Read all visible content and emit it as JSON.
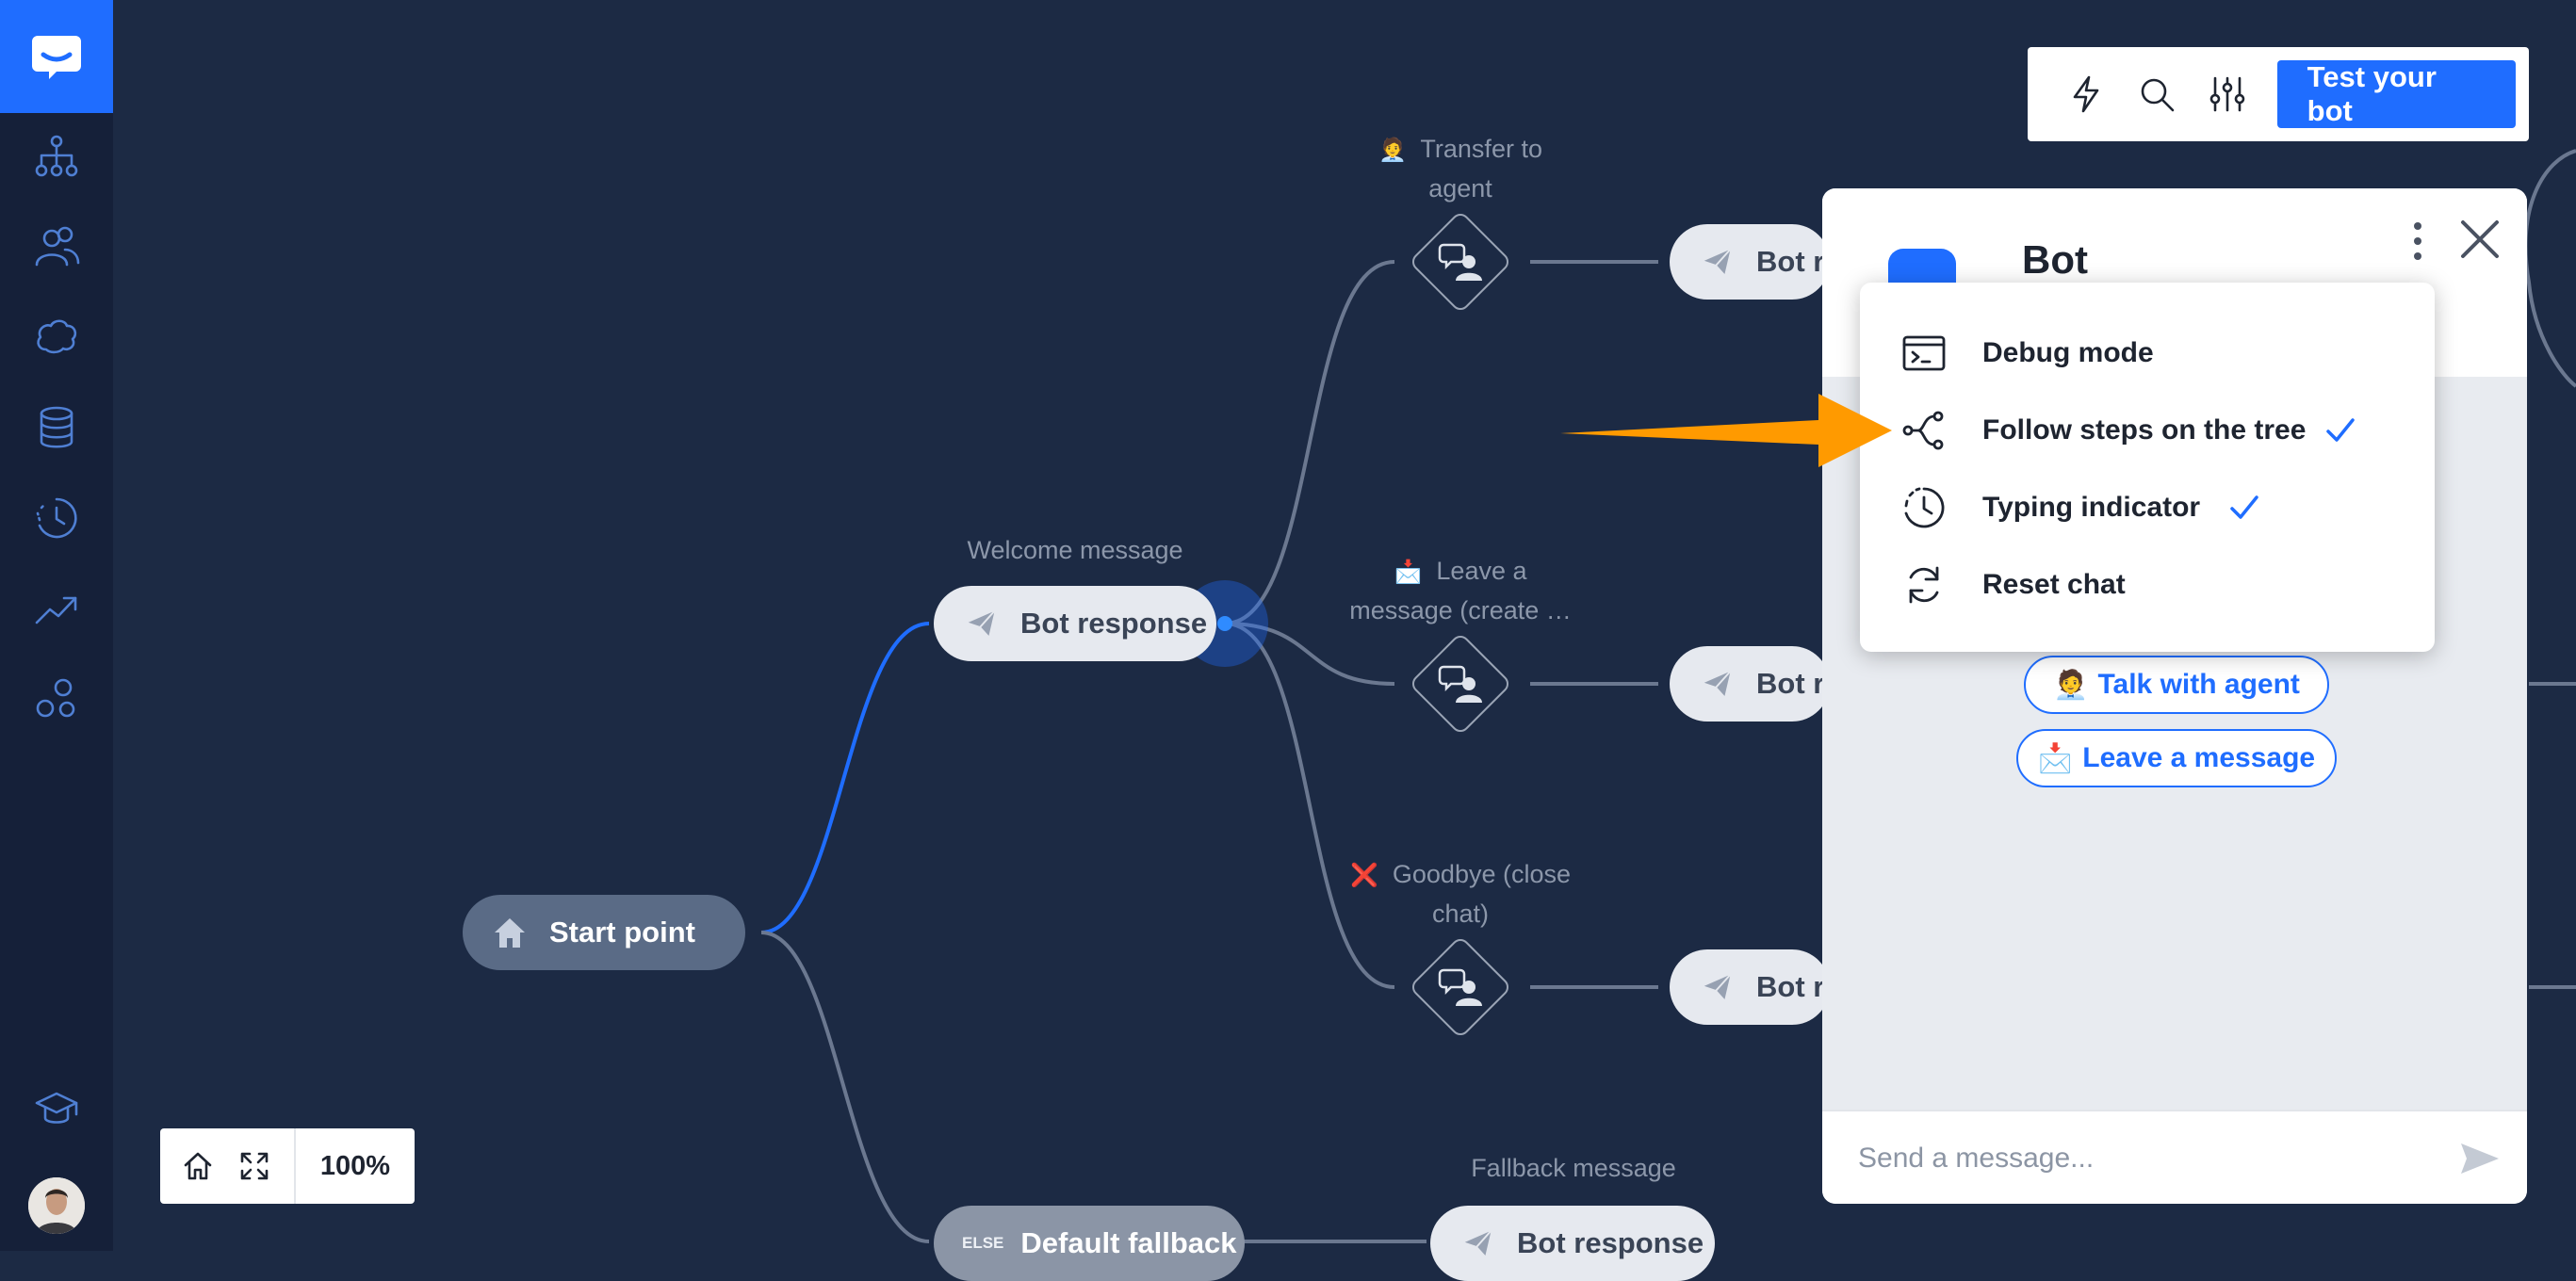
{
  "sidebar": {
    "items": [
      {
        "name": "flows"
      },
      {
        "name": "audiences"
      },
      {
        "name": "intents"
      },
      {
        "name": "data"
      },
      {
        "name": "history"
      },
      {
        "name": "reports"
      },
      {
        "name": "integrations"
      }
    ],
    "bottom": [
      "academy"
    ]
  },
  "canvas": {
    "start_point": "Start point",
    "welcome": {
      "label": "Welcome message",
      "pill": "Bot response"
    },
    "branches": [
      {
        "label_line1": "Transfer to",
        "label_line2": "agent",
        "emoji": "🧑‍💼",
        "pill": "Bot re"
      },
      {
        "label_line1": "Leave a",
        "label_line2": "message (create …",
        "emoji": "📩",
        "pill": "Bot re"
      },
      {
        "label_line1": "Goodbye (close",
        "label_line2": "chat)",
        "emoji": "❌",
        "pill": "Bot re"
      }
    ],
    "fallback": {
      "else_tag": "ELSE",
      "pill": "Default fallback",
      "label": "Fallback message",
      "response": "Bot response"
    }
  },
  "toolbar": {
    "icons": [
      "lightning-icon",
      "search-icon",
      "sliders-icon"
    ],
    "test_button": "Test your bot"
  },
  "zoom": {
    "level": "100%"
  },
  "chat": {
    "title": "Bot",
    "quick_replies": [
      {
        "emoji": "🧑‍💼",
        "label": "Talk with agent"
      },
      {
        "emoji": "📩",
        "label": "Leave a message"
      }
    ],
    "input_placeholder": "Send a message..."
  },
  "menu": {
    "items": [
      {
        "label": "Debug mode",
        "checked": false
      },
      {
        "label": "Follow steps on the tree",
        "checked": true
      },
      {
        "label": "Typing indicator",
        "checked": true
      },
      {
        "label": "Reset chat",
        "checked": false
      }
    ]
  },
  "colors": {
    "background": "#1c2a44",
    "sidebar": "#152039",
    "accent": "#1f6dff",
    "arrow": "#ff9a00"
  }
}
